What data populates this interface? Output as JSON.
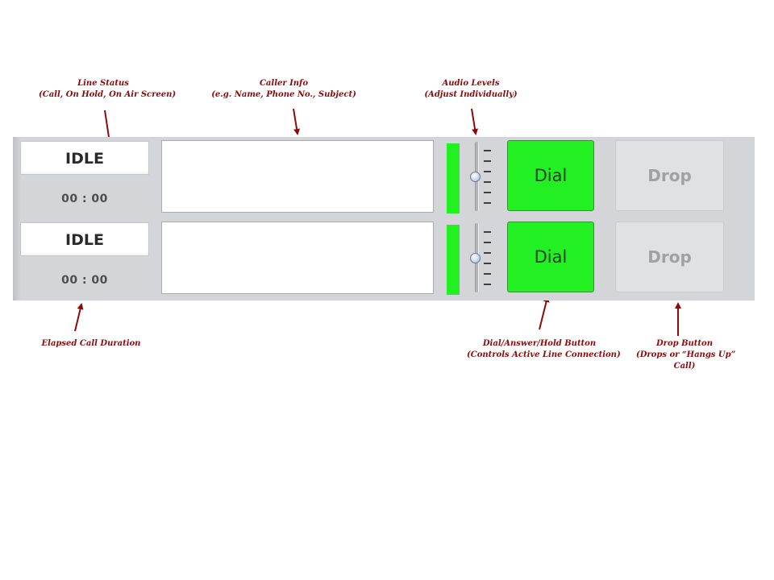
{
  "annotations": {
    "line_status": [
      "Line Status",
      "(Call, On Hold, On Air Screen)"
    ],
    "caller_info": [
      "Caller Info",
      "(e.g. Name, Phone No., Subject)"
    ],
    "audio_levels": [
      "Audio Levels",
      "(Adjust Individually)"
    ],
    "elapsed": [
      "Elapsed Call Duration"
    ],
    "dial_button": [
      "Dial/Answer/Hold Button",
      "(Controls Active Line Connection)"
    ],
    "drop_button": [
      "Drop Button",
      "(Drops or “Hangs Up”",
      "Call)"
    ]
  },
  "lines": [
    {
      "status": "IDLE",
      "duration": "00 : 00",
      "caller_info": "",
      "meter_level": 1.0,
      "slider_level": 0.5,
      "dial_label": "Dial",
      "drop_label": "Drop"
    },
    {
      "status": "IDLE",
      "duration": "00 : 00",
      "caller_info": "",
      "meter_level": 1.0,
      "slider_level": 0.5,
      "dial_label": "Dial",
      "drop_label": "Drop"
    }
  ],
  "colors": {
    "callout": "#8b0a0a",
    "dial_active": "#22f022",
    "meter_fill": "#22f022",
    "drop_disabled": "#e0e1e4"
  }
}
